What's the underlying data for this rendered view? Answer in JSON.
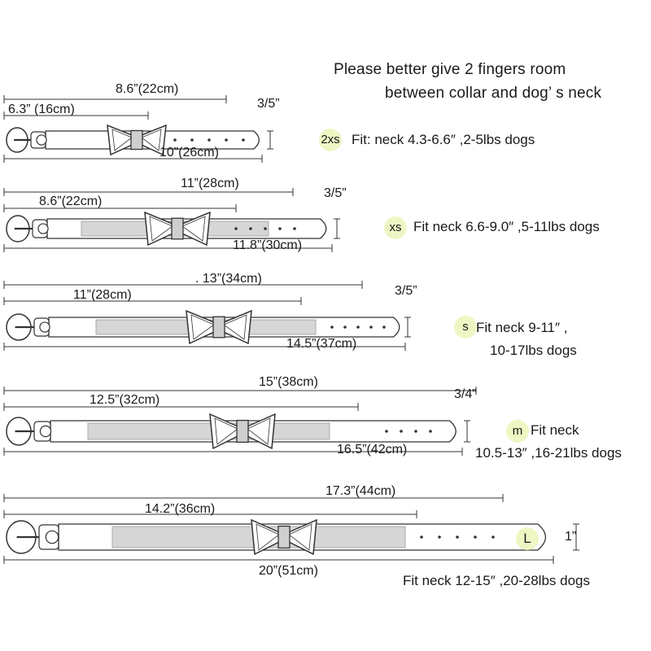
{
  "note": {
    "line1": "Please better give 2  fingers room",
    "line2": "between collar and dog’ s neck"
  },
  "colors": {
    "ink": "#333333",
    "badge": "#eef6c4",
    "mesh": "#bbbbbb"
  },
  "sizes": [
    {
      "badge": "2xs",
      "full_length": "8.6”(22cm)",
      "min_length": "6.3” (16cm)",
      "collar_length": "10”(26cm)",
      "width": "3/5”",
      "fit_line1": "Fit: neck  4.3-6.6″ ,2-5lbs dogs",
      "fit_line2": ""
    },
    {
      "badge": "xs",
      "full_length": "11”(28cm)",
      "min_length": "8.6”(22cm)",
      "collar_length": "11.8”(30cm)",
      "width": "3/5”",
      "fit_line1": "Fit neck  6.6-9.0″ ,5-11lbs dogs",
      "fit_line2": ""
    },
    {
      "badge": "s",
      "full_length": ". 13”(34cm)",
      "min_length": "11”(28cm)",
      "collar_length": "14.5”(37cm)",
      "width": "3/5”",
      "fit_line1": "Fit neck 9-11″ ,",
      "fit_line2": "10-17lbs dogs"
    },
    {
      "badge": "m",
      "full_length": "15”(38cm)",
      "min_length": "12.5”(32cm)",
      "collar_length": "16.5”(42cm)",
      "width": "3/4”",
      "fit_line1": "Fit neck",
      "fit_line2": "10.5-13″ ,16-21lbs dogs"
    },
    {
      "badge": "L",
      "full_length": "17.3”(44cm)",
      "min_length": "14.2”(36cm)",
      "collar_length": "20”(51cm)",
      "width": "1”",
      "fit_line1": "Fit neck  12-15″ ,20-28lbs dogs",
      "fit_line2": ""
    }
  ]
}
